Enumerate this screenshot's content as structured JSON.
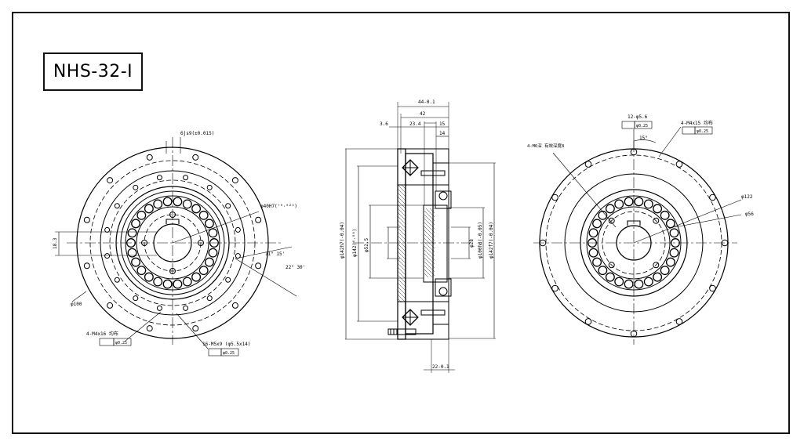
{
  "title": "NHS-32-I",
  "colors": {
    "line": "#000000",
    "background": "#ffffff"
  },
  "left_view": {
    "keyway": "6js9(±0.015)",
    "bore_dia": "φ40H7(⁺⁰·⁰²⁵)",
    "keyway_depth": "18.3",
    "angle": "11° 15'",
    "angle2": "22° 30'",
    "pcd": "φ100",
    "tapped_holes": "4-M4x16 均布",
    "tapped_tol": "φ0.25",
    "holes2": "16-M5x9 (φ5.5x14)",
    "holes2_tol": "φ0.25"
  },
  "section_view": {
    "overall": "44-0.1",
    "width": "42",
    "d1": "3.6",
    "d2": "23.4",
    "d3": "15",
    "d4": "14",
    "dia_outer": "φ142h7(-0.04)",
    "dia_b": "φ142(⁰·⁰⁶)",
    "dia_c": "φ52.5",
    "dia_d": "φ28",
    "dia_e": "φ100h8(-0.05)",
    "dia_f": "φ142f7(-0.04)",
    "bottom": "22-0.1"
  },
  "right_view": {
    "holes": "12-φ5.6",
    "holes_tol": "φ0.25",
    "tapped": "4-M4x15 均布",
    "tapped_tol": "φ0.25",
    "angle": "15°",
    "note": "4-M6深 有效深度8",
    "dia1": "φ122",
    "dia2": "φ56"
  }
}
